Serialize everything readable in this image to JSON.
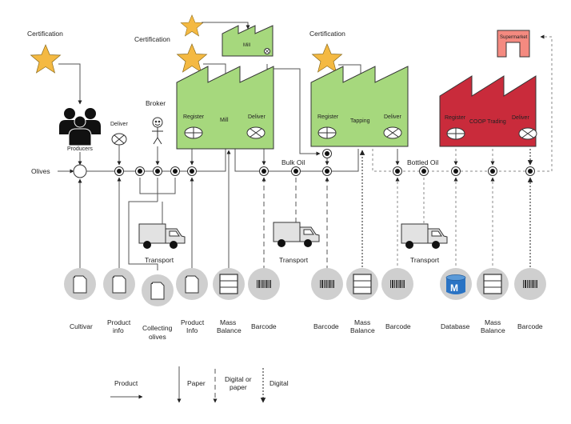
{
  "diagram": {
    "labels": {
      "certification_1": "Certification",
      "certification_2": "Certification",
      "certification_3": "Certification",
      "producers": "Producers",
      "olives": "Olives",
      "deliver_producer": "Deliver",
      "broker": "Broker",
      "bulk_oil": "Bulk Oil",
      "bottled_oil": "Bottled Oil",
      "supermarket": "Supermarket",
      "transport_1": "Transport",
      "transport_2": "Transport",
      "transport_3": "Transport"
    },
    "factories": [
      {
        "name": "Mill",
        "register": "Register",
        "deliver": "Deliver",
        "color": "#a6d87d"
      },
      {
        "name": "Mill",
        "color": "#a6d87d"
      },
      {
        "name": "Tapping",
        "register": "Register",
        "deliver": "Deliver",
        "color": "#a6d87d"
      },
      {
        "name": "COOP Trading",
        "register": "Register",
        "deliver": "Deliver",
        "color": "#c92b3b"
      }
    ],
    "resources": [
      {
        "icon": "document-icon",
        "label1": "Cultivar",
        "label2": ""
      },
      {
        "icon": "document-icon",
        "label1": "Product",
        "label2": "info"
      },
      {
        "icon": "document-icon",
        "label1": "Collecting",
        "label2": "olives"
      },
      {
        "icon": "document-icon",
        "label1": "Product",
        "label2": "Info"
      },
      {
        "icon": "ledger-icon",
        "label1": "Mass",
        "label2": "Balance"
      },
      {
        "icon": "barcode-icon",
        "label1": "Barcode",
        "label2": ""
      },
      {
        "icon": "barcode-icon",
        "label1": "Barcode",
        "label2": ""
      },
      {
        "icon": "ledger-icon",
        "label1": "Mass",
        "label2": "Balance"
      },
      {
        "icon": "barcode-icon",
        "label1": "Barcode",
        "label2": ""
      },
      {
        "icon": "database-icon",
        "label1": "Database",
        "label2": "",
        "db_letter": "M"
      },
      {
        "icon": "ledger-icon",
        "label1": "Mass",
        "label2": "Balance"
      },
      {
        "icon": "barcode-icon",
        "label1": "Barcode",
        "label2": ""
      }
    ],
    "legend": {
      "product": "Product",
      "paper": "Paper",
      "digital_or_paper_1": "Digital or",
      "digital_or_paper_2": "paper",
      "digital": "Digital"
    },
    "colors": {
      "star": "#f4b942",
      "green_factory": "#a6d87d",
      "red_factory": "#c92b3b",
      "supermarket": "#f48a80",
      "resource_circle": "#cfcfcf",
      "database_blue": "#2a73c4"
    }
  }
}
